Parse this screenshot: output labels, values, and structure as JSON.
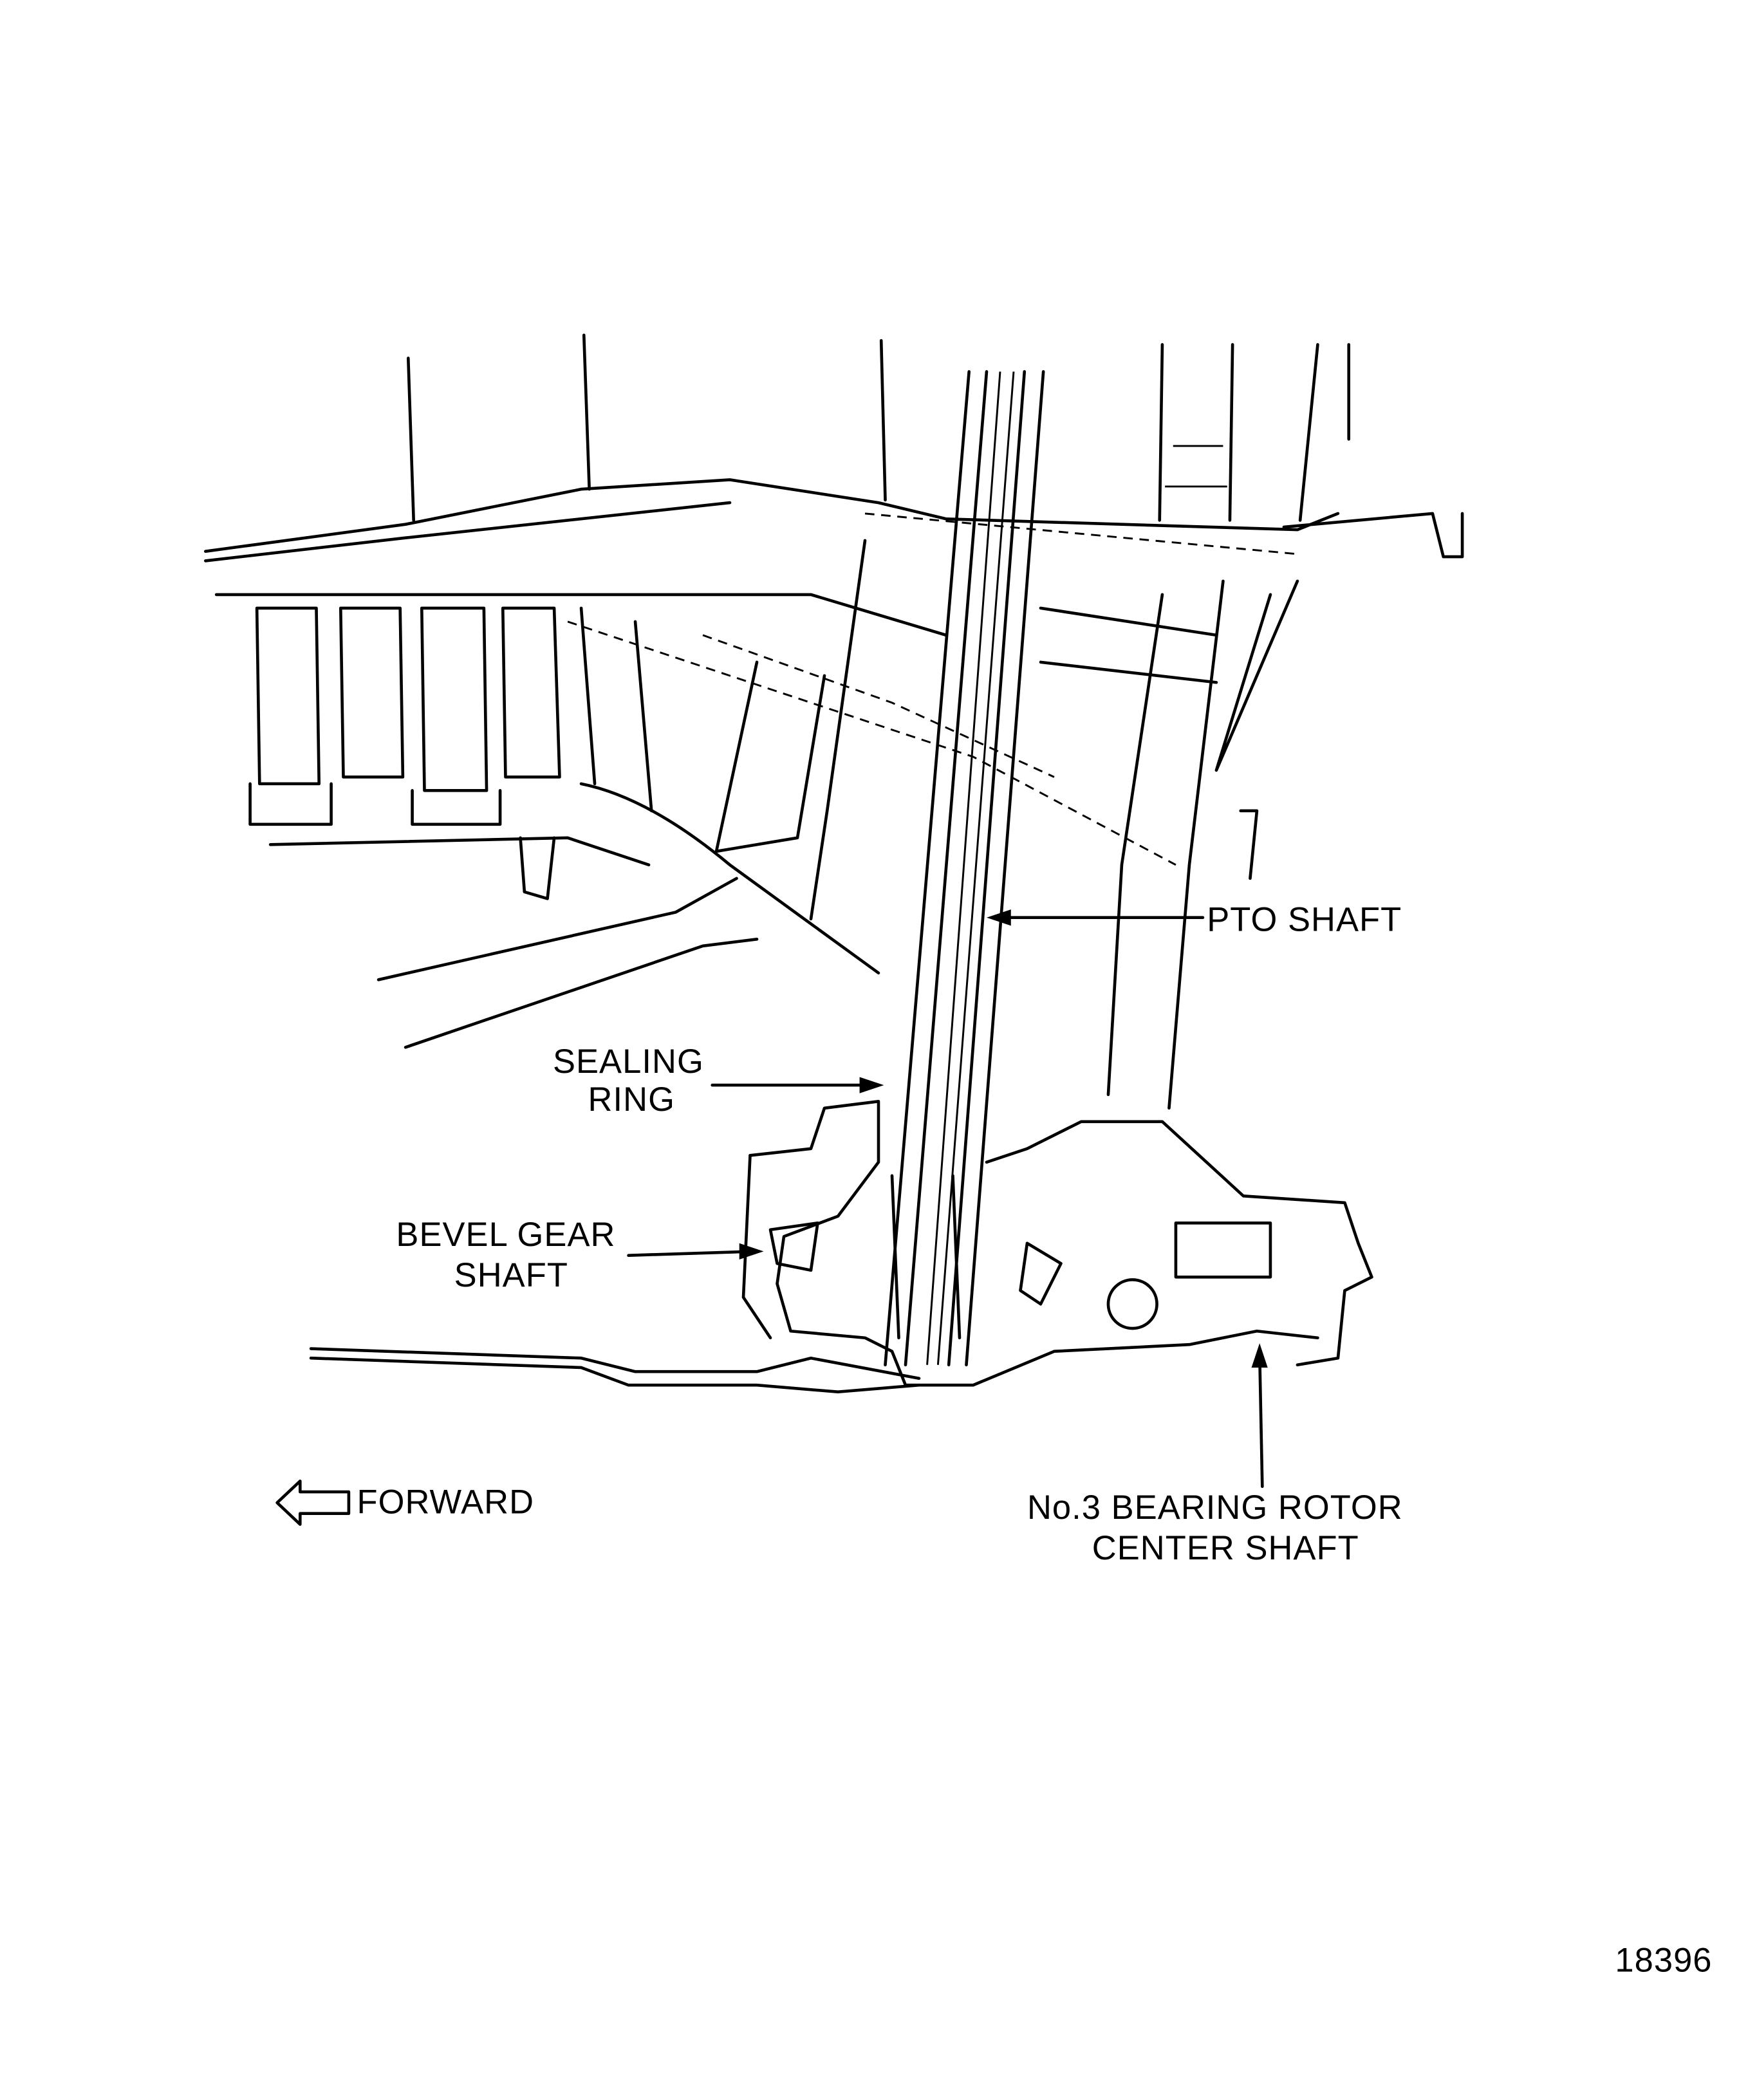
{
  "figure_id": "18396",
  "labels": {
    "pto_shaft": "PTO SHAFT",
    "sealing_ring_line1": "SEALING",
    "sealing_ring_line2": "RING",
    "bevel_gear_line1": "BEVEL GEAR",
    "bevel_gear_line2": "SHAFT",
    "forward": "FORWARD",
    "no3_line1": "No.3 BEARING ROTOR",
    "no3_line2": "CENTER SHAFT"
  },
  "icons": {
    "forward_arrow": "left-outline-arrow"
  }
}
